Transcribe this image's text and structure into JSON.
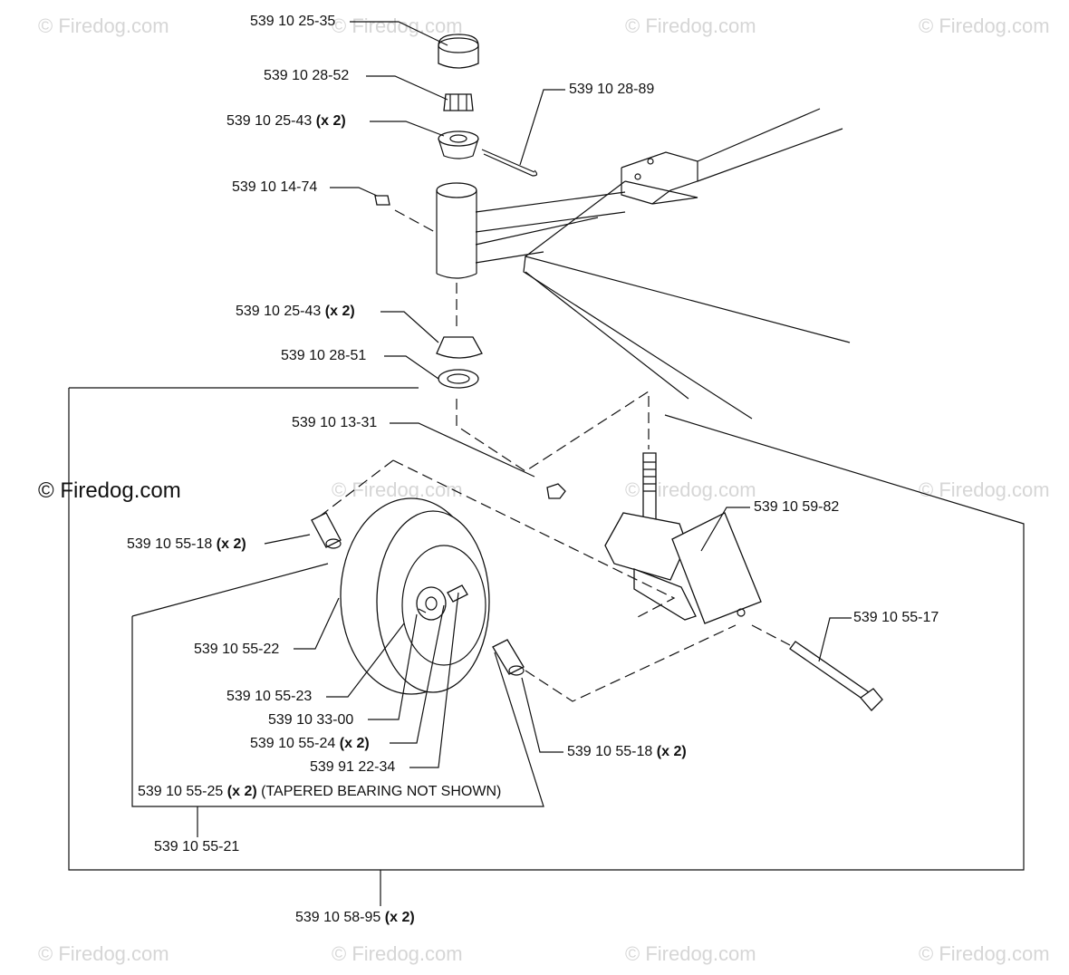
{
  "watermark": "© Firedog.com",
  "watermark_overlay": "© Firedog.com",
  "labels": {
    "cap": "539 10 25-35",
    "castle_nut": "539 10 28-52",
    "bearing_top": "539 10 25-43",
    "bearing_top_qty": "(x 2)",
    "cotter_pin": "539 10 28-89",
    "grease_fitting": "539 10 14-74",
    "bearing_bottom": "539 10 25-43",
    "bearing_bottom_qty": "(x 2)",
    "seal": "539 10 28-51",
    "locknut": "539 10 13-31",
    "fork": "539 10 59-82",
    "spacer_left": "539 10 55-18",
    "spacer_left_qty": "(x 2)",
    "bolt": "539 10 55-17",
    "tire": "539 10 55-22",
    "rim": "539 10 55-23",
    "valve": "539 10 33-00",
    "fitting": "539 10 55-24",
    "fitting_qty": "(x 2)",
    "spacer_right": "539 10 55-18",
    "spacer_right_qty": "(x 2)",
    "plug": "539 91 22-34",
    "wheel_bearing": "539 10 55-25",
    "wheel_bearing_qty": "(x 2)",
    "wheel_bearing_note": "(TAPERED BEARING NOT SHOWN)",
    "wheel_assy": "539 10 55-21",
    "caster_assy": "539 10 58-95",
    "caster_assy_qty": "(x 2)"
  }
}
